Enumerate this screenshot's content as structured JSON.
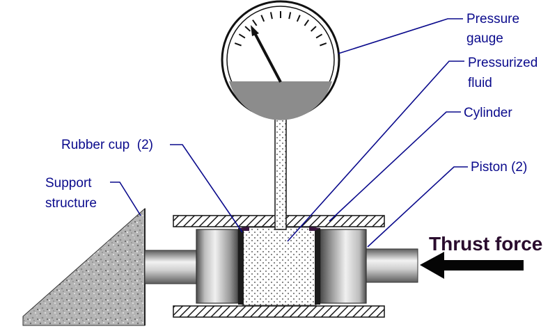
{
  "labels": {
    "pressure_gauge": [
      "Pressure",
      "gauge"
    ],
    "pressurized_fluid": [
      "Pressurized",
      "fluid"
    ],
    "cylinder": "Cylinder",
    "rubber_cup": "Rubber cup  (2)",
    "support_structure": [
      "Support",
      "structure"
    ],
    "piston": "Piston (2)",
    "thrust_force": "Thrust force"
  },
  "colors": {
    "label_text": "#0a0a8c",
    "leader_line": "#0a0a8c",
    "thrust_text": "#2a0c2e",
    "gauge_fluid": "#8c8c8c",
    "metal_dark": "#555555",
    "metal_light": "#e6e6e6"
  },
  "gauge": {
    "needle_direction": "upper-left"
  },
  "icons": {
    "thrust_arrow": "left-arrow-icon"
  }
}
